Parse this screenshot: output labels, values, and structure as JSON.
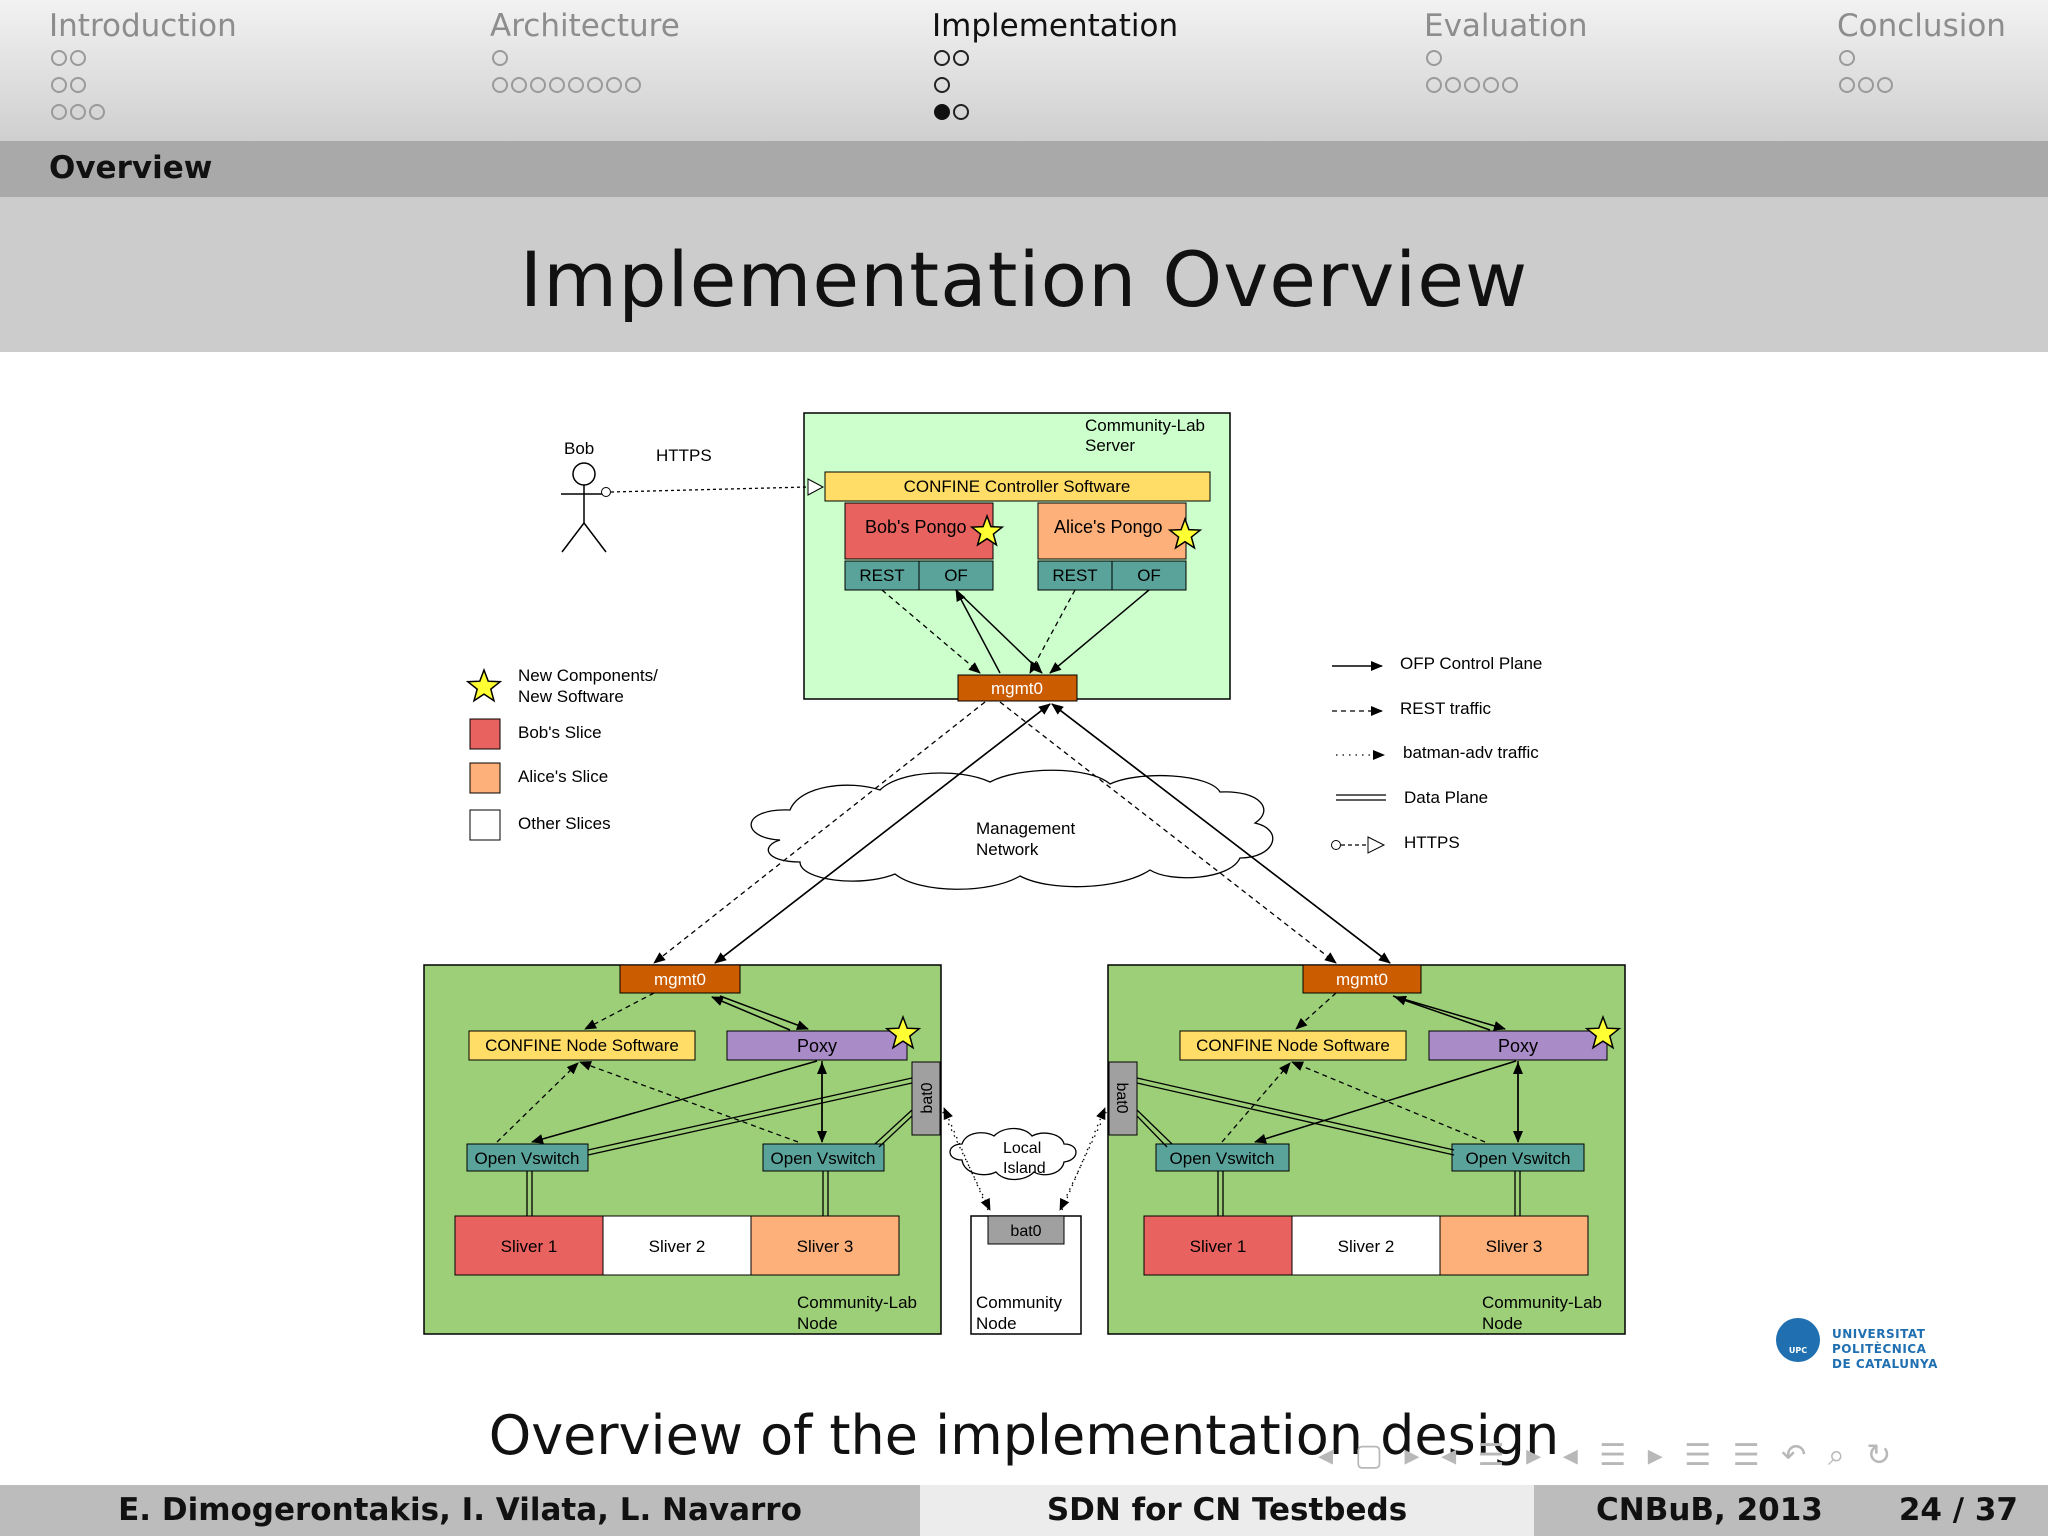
{
  "nav": [
    {
      "title": "Introduction",
      "dots": [
        [
          0,
          0
        ],
        [
          0,
          0
        ],
        [
          0,
          0,
          0
        ]
      ],
      "active": false
    },
    {
      "title": "Architecture",
      "dots": [
        [
          0
        ],
        [
          0,
          0,
          0,
          0,
          0,
          0,
          0,
          0
        ]
      ],
      "active": false
    },
    {
      "title": "Implementation",
      "dots": [
        [
          0,
          0
        ],
        [
          0
        ],
        [
          1,
          0
        ]
      ],
      "active": true
    },
    {
      "title": "Evaluation",
      "dots": [
        [
          0
        ],
        [
          0,
          0,
          0,
          0,
          0
        ]
      ],
      "active": false
    },
    {
      "title": "Conclusion",
      "dots": [
        [
          0
        ],
        [
          0,
          0,
          0
        ]
      ],
      "active": false
    }
  ],
  "subsection": "Overview",
  "slide_title": "Implementation Overview",
  "caption": "Overview of the implementation design",
  "diagram": {
    "colors": {
      "server_bg": "#ccffcc",
      "node_bg": "#9ccf78",
      "controller": "#ffdd66",
      "bob": "#e8625f",
      "alice": "#fdb07a",
      "api": "#5aa39a",
      "mgmt": "#cc5c00",
      "poxy": "#a98bc7",
      "bat": "#a0a0a0",
      "star": "#ffff33"
    },
    "server": {
      "label_line1": "Community-Lab",
      "label_line2": "Server",
      "controller": "CONFINE Controller Software",
      "bob_pongo": "Bob's Pongo",
      "alice_pongo": "Alice's Pongo",
      "rest": "REST",
      "of": "OF",
      "mgmt": "mgmt0"
    },
    "bob": {
      "name": "Bob",
      "https": "HTTPS"
    },
    "mgmt_network_line1": "Management",
    "mgmt_network_line2": "Network",
    "local_island_line1": "Local",
    "local_island_line2": "Island",
    "legend_left": [
      {
        "kind": "star",
        "line1": "New Components/",
        "line2": "New Software"
      },
      {
        "kind": "bob",
        "line1": "Bob's Slice"
      },
      {
        "kind": "alice",
        "line1": "Alice's Slice"
      },
      {
        "kind": "other",
        "line1": "Other Slices"
      }
    ],
    "legend_right": [
      {
        "kind": "solid",
        "label": "OFP Control Plane"
      },
      {
        "kind": "dashed",
        "label": "REST  traffic"
      },
      {
        "kind": "dotted",
        "label": "batman-adv traffic"
      },
      {
        "kind": "double",
        "label": "Data Plane"
      },
      {
        "kind": "https",
        "label": "HTTPS"
      }
    ],
    "node": {
      "mgmt": "mgmt0",
      "node_software": "CONFINE Node Software",
      "poxy": "Poxy",
      "bat": "bat0",
      "ovs": "Open Vswitch",
      "slivers": [
        "Sliver 1",
        "Sliver 2",
        "Sliver 3"
      ],
      "label_line1": "Community-Lab",
      "label_line2": "Node"
    },
    "community_node": {
      "bat": "bat0",
      "label_line1": "Community",
      "label_line2": "Node"
    }
  },
  "logo": {
    "line1": "UNIVERSITAT POLITÈCNICA",
    "line2": "DE CATALUNYA",
    "mark": "UPC"
  },
  "nav_symbols": "◂ ▢ ▸ ◂ ☰ ▸ ◂ ☰ ▸ ☰ ☰ ↶ ⌕ ↻",
  "footer": {
    "authors": "E. Dimogerontakis, I. Vilata, L. Navarro",
    "talk": "SDN for CN Testbeds",
    "conference": "CNBuB, 2013",
    "page": "24 / 37"
  }
}
